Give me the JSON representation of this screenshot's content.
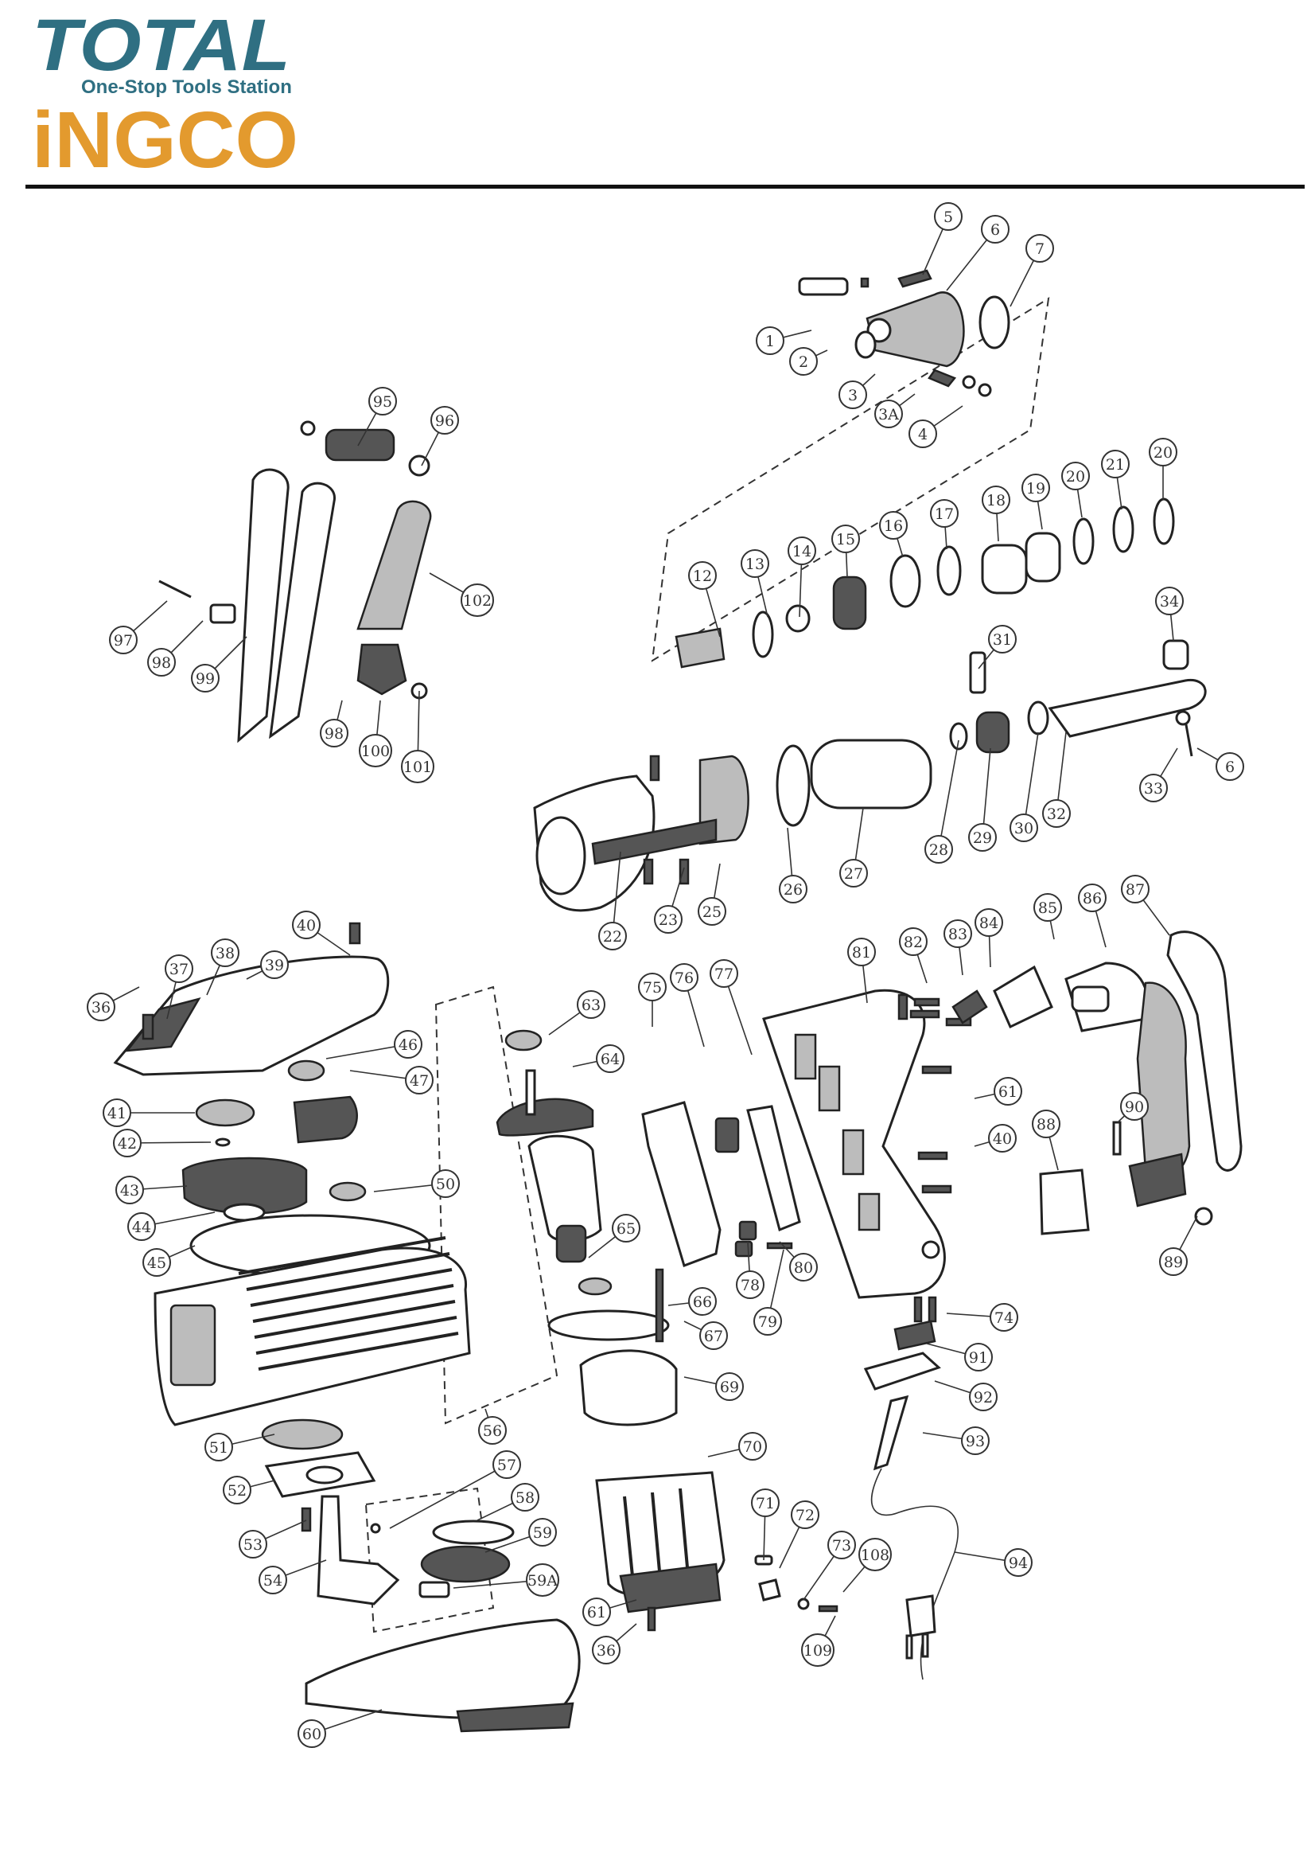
{
  "brand": {
    "primary": "TOTAL",
    "tagline": "One-Stop Tools Station",
    "secondary": "iNGCO",
    "colors": {
      "total_blue": "#2f6f82",
      "ingco_orange": "#e39a2e",
      "rule": "#111111"
    }
  },
  "diagram": {
    "callouts": [
      "1",
      "2",
      "3",
      "3A",
      "4",
      "5",
      "6",
      "7",
      "12",
      "13",
      "14",
      "15",
      "16",
      "17",
      "18",
      "19",
      "20",
      "21",
      "20",
      "22",
      "23",
      "25",
      "26",
      "27",
      "28",
      "29",
      "30",
      "31",
      "32",
      "33",
      "6",
      "34",
      "95",
      "96",
      "97",
      "98",
      "99",
      "98",
      "100",
      "101",
      "102",
      "36",
      "37",
      "38",
      "39",
      "40",
      "41",
      "42",
      "43",
      "44",
      "45",
      "46",
      "47",
      "50",
      "51",
      "52",
      "53",
      "54",
      "56",
      "57",
      "58",
      "59",
      "59A",
      "60",
      "61",
      "36",
      "63",
      "64",
      "65",
      "66",
      "67",
      "69",
      "70",
      "71",
      "72",
      "73",
      "108",
      "109",
      "75",
      "76",
      "77",
      "78",
      "79",
      "80",
      "81",
      "82",
      "83",
      "84",
      "85",
      "86",
      "87",
      "88",
      "89",
      "90",
      "61",
      "40",
      "74",
      "91",
      "92",
      "93",
      "94"
    ]
  }
}
